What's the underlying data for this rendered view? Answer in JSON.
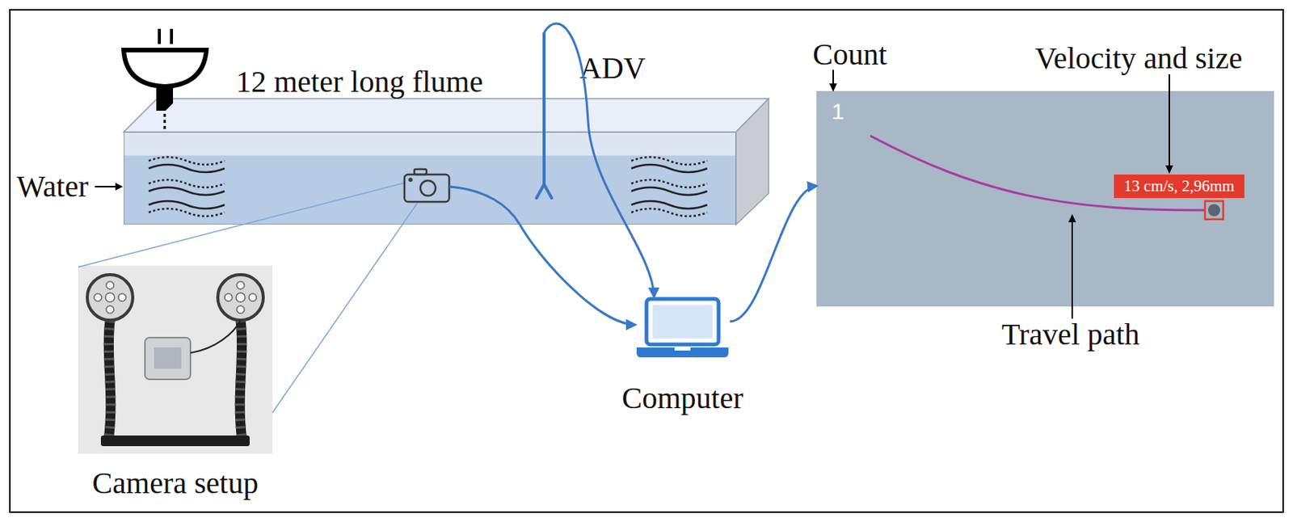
{
  "diagram": {
    "nodes": [
      {
        "text": [
          "12 meter long flume"
        ]
      },
      {
        "text": [
          "ADV"
        ]
      },
      {
        "text": [
          "Camera setup"
        ]
      },
      {
        "text": [
          "Computer"
        ]
      },
      {
        "text": [
          "1"
        ]
      },
      {
        "text": [
          "13 cm/s, 2,96mm"
        ],
        "in": 4
      }
    ],
    "edges": [
      {
        "from": 0,
        "to": 3,
        "arrow": "to"
      },
      {
        "from": 1,
        "to": 3,
        "arrow": "to"
      },
      {
        "from": 3,
        "to": 4,
        "arrow": "to"
      }
    ],
    "labels": [
      "Water",
      "Count",
      "Velocity and size",
      "Travel path"
    ]
  }
}
